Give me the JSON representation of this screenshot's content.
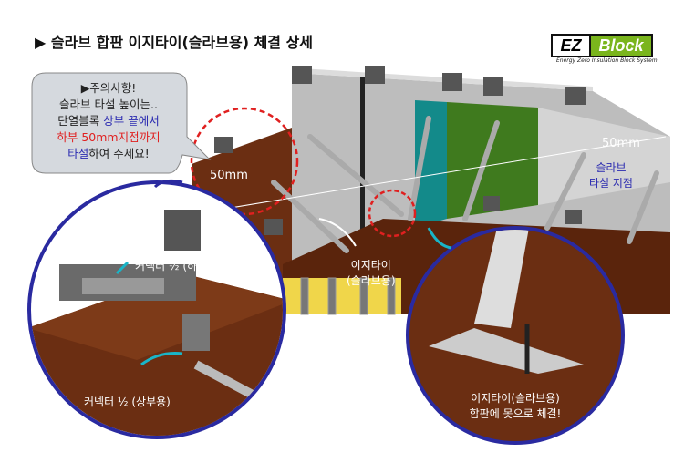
{
  "title": "▶ 슬라브 합판 이지타이(슬라브용) 체결 상세",
  "logo": {
    "ez": "EZ",
    "block": "Block",
    "tagline": "Energy Zero Insulation Block System"
  },
  "callout": {
    "line1": "▶주의사항!",
    "line2": "슬라브 타설 높이는..",
    "line3_a": "단열블록 ",
    "line3_b": "상부 끝에서",
    "line4": "하부 50mm지점까지",
    "line5_a": "타설",
    "line5_b": "하여 주세요!"
  },
  "dim_left": "50mm",
  "dim_right": "50mm",
  "pour_point": {
    "line1": "슬라브",
    "line2": "타설 지점"
  },
  "easytie_label": {
    "line1": "이지타이",
    "line2": "(슬라브용)"
  },
  "connector_lower": "커넥터 ½ (하부용)",
  "connector_upper": "커넥터 ½ (상부용)",
  "detail_note": {
    "line1": "이지타이(슬라브용)",
    "line2": "합판에 못으로 체결!"
  },
  "colors": {
    "wall": "#c8c8c8",
    "wood": "#6b2e12",
    "teal": "#138a8a",
    "green": "#3f7a1e",
    "circle": "#2a2aa0",
    "dashed": "#e02020",
    "logo_green": "#7ab51d"
  }
}
